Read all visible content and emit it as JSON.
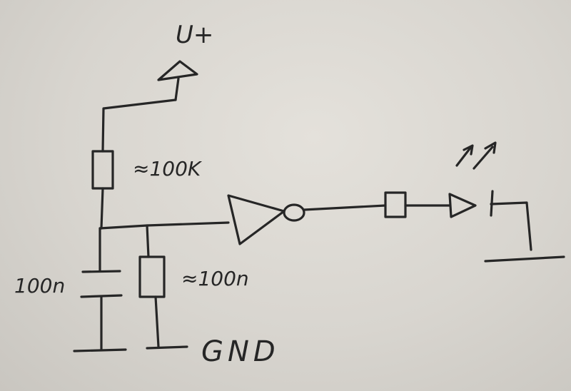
{
  "labels": {
    "supply": "U+",
    "r1_value": "≈100K",
    "cap_value": "100n",
    "r2_value": "≈100n",
    "ground": "GND"
  }
}
